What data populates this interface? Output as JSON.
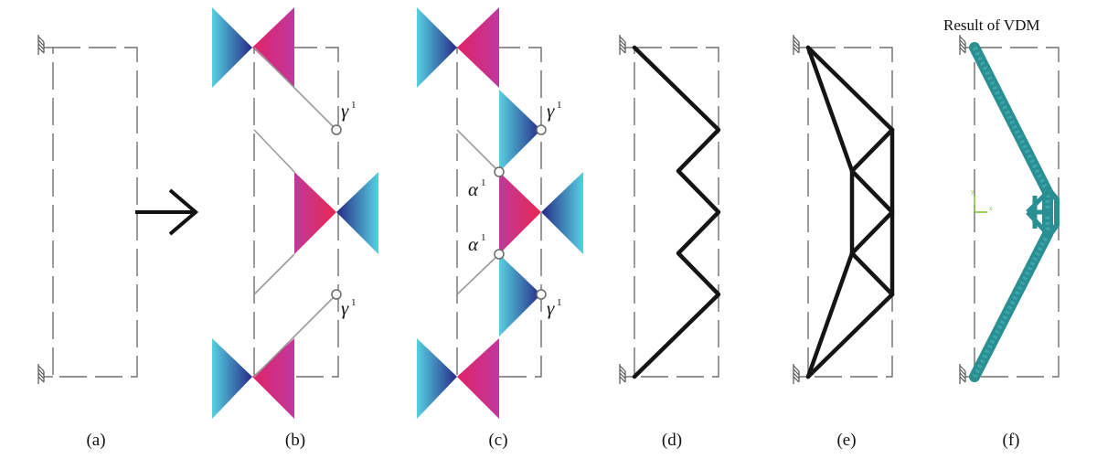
{
  "panels": [
    {
      "id": "a",
      "label": "(a)"
    },
    {
      "id": "b",
      "label": "(b)"
    },
    {
      "id": "c",
      "label": "(c)"
    },
    {
      "id": "d",
      "label": "(d)"
    },
    {
      "id": "e",
      "label": "(e)"
    },
    {
      "id": "f",
      "label": "(f)"
    }
  ],
  "annotations": {
    "gamma": "γ",
    "alpha": "α",
    "superscript": "1",
    "vdm_title": "Result of VDM",
    "axis_y": "y",
    "axis_x": "x"
  },
  "colors": {
    "cyan": "#4cc8dc",
    "navy": "#2c2e8c",
    "magenta": "#d8328c",
    "red": "#e82c4c",
    "bar": "#141414",
    "vdm_teal": "#2a8f92"
  },
  "arrow_icon": "right-arrow-icon"
}
